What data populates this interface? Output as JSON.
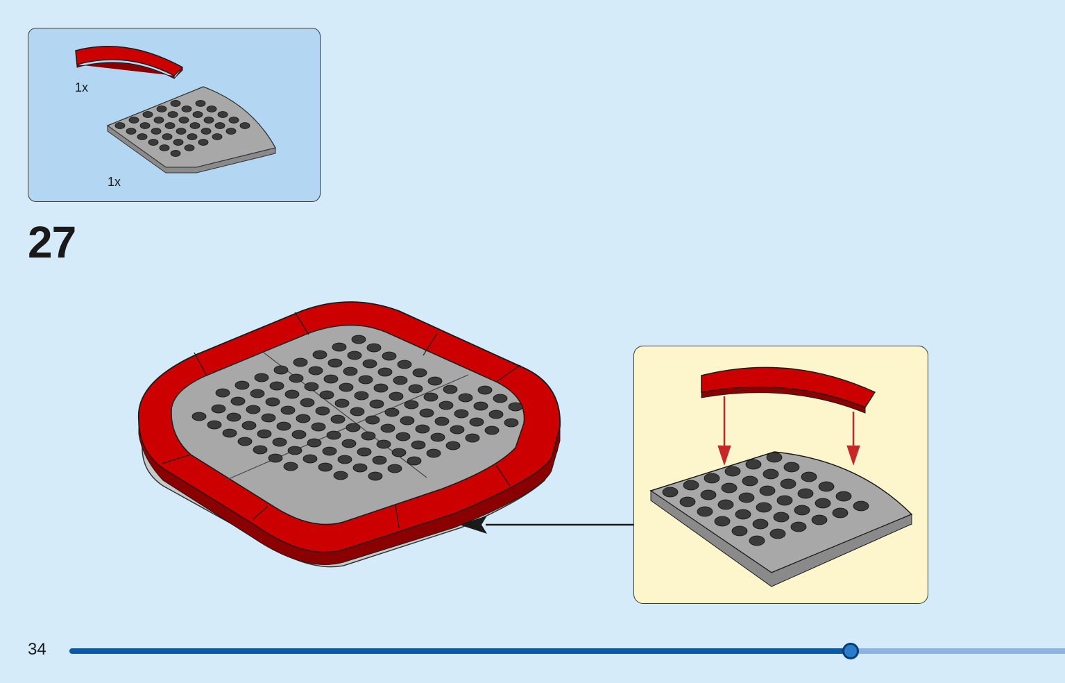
{
  "parts_list": {
    "items": [
      {
        "name": "red-curved-tile-icon",
        "quantity": "1x",
        "color": "#cc0000"
      },
      {
        "name": "gray-round-corner-plate-icon",
        "quantity": "1x",
        "color": "#a8a8a8"
      }
    ]
  },
  "step": {
    "number": "27"
  },
  "page": {
    "number": "34"
  },
  "progress": {
    "fraction": 0.785
  },
  "colors": {
    "background": "#d6ebf9",
    "parts_box": "#b3d7f3",
    "callout_box": "#fdf5cc",
    "brick_red": "#cc0000",
    "plate_gray": "#a8a8a8",
    "stud_dark": "#3a3a3a",
    "progress_fill": "#0a5aa8",
    "progress_track": "#8fb3e0"
  }
}
